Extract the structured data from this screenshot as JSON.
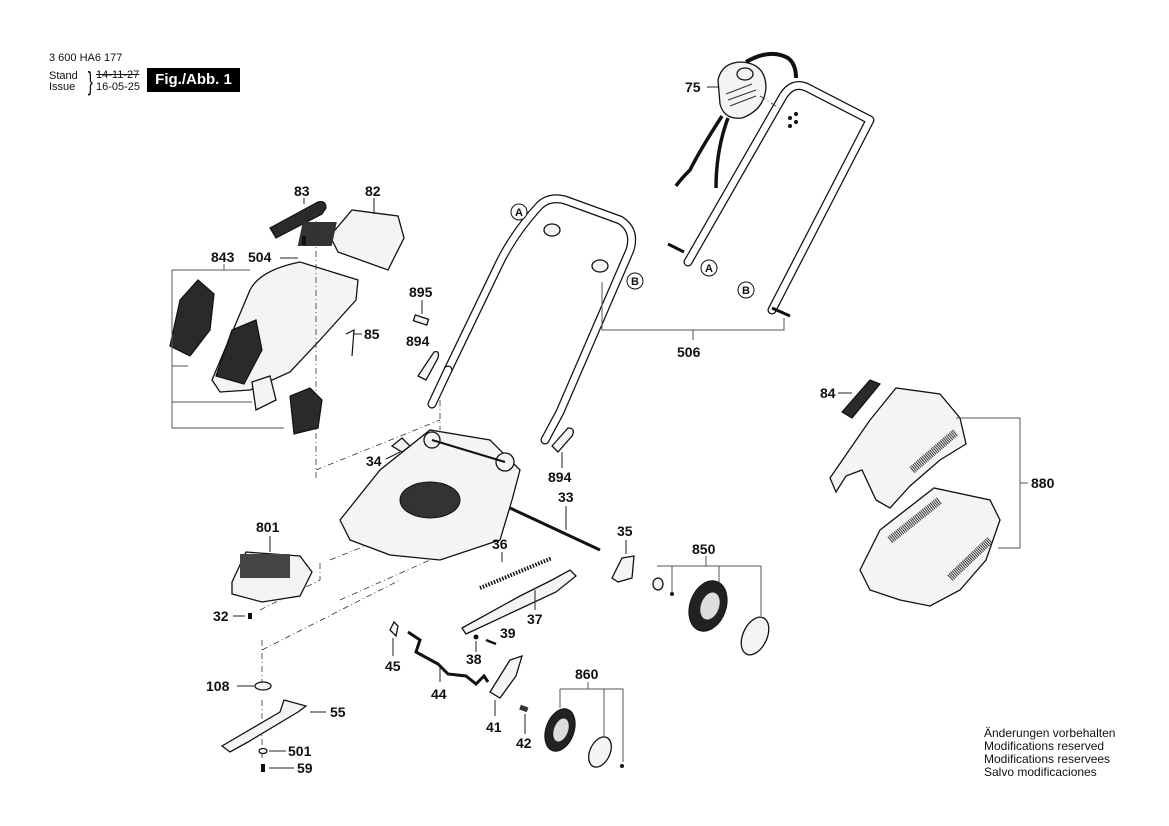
{
  "header": {
    "document_number": "3 600 HA6 177",
    "stand_label": "Stand",
    "issue_label": "Issue",
    "stand_date": "14-11-27",
    "issue_date": "16-05-25",
    "figure_label": "Fig./Abb. 1"
  },
  "footer_note": {
    "lines": [
      "Änderungen vorbehalten",
      "Modifications reserved",
      "Modifications reservees",
      "Salvo modificaciones"
    ]
  },
  "parts": {
    "p75": "75",
    "p83": "83",
    "p82": "82",
    "p504": "504",
    "p843": "843",
    "p85": "85",
    "p895": "895",
    "p894a": "894",
    "p894b": "894",
    "p506": "506",
    "p84": "84",
    "p880": "880",
    "p34": "34",
    "p33": "33",
    "p35": "35",
    "p801": "801",
    "p36": "36",
    "p850": "850",
    "p32": "32",
    "p37": "37",
    "p39": "39",
    "p38": "38",
    "p45": "45",
    "p108": "108",
    "p44": "44",
    "p860": "860",
    "p55": "55",
    "p41": "41",
    "p42": "42",
    "p501": "501",
    "p59": "59"
  },
  "callouts": {
    "a1": "A",
    "b1": "B",
    "a2": "A",
    "b2": "B"
  }
}
